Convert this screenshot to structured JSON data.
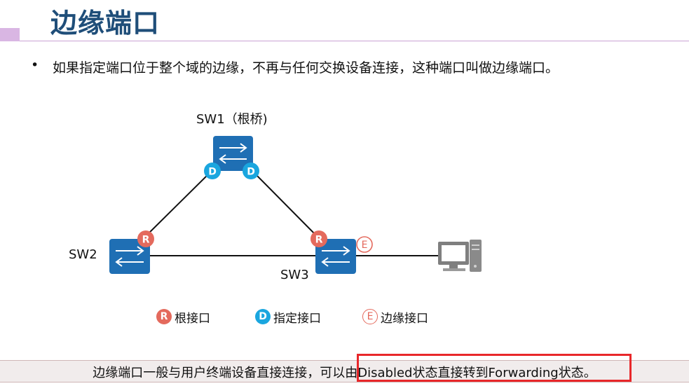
{
  "slide": {
    "title": "边缘端口",
    "bullet_symbol": "•",
    "bullet_text": "如果指定端口位于整个域的边缘，不再与任何交换设备连接，这种端口叫做边缘端口。",
    "bottom_note": "边缘端口一般与用户终端设备直接连接，可以由Disabled状态直接转到Forwarding状态。"
  },
  "diagram": {
    "nodes": {
      "sw1": "SW1（根桥)",
      "sw2": "SW2",
      "sw3": "SW3"
    },
    "port_badges": {
      "root": "R",
      "designated": "D",
      "edge": "E"
    },
    "legend": [
      {
        "badge": "R",
        "label": "根接口"
      },
      {
        "badge": "D",
        "label": "指定接口"
      },
      {
        "badge": "E",
        "label": "边缘接口"
      }
    ]
  },
  "colors": {
    "title": "#1f4e79",
    "switch": "#1f6fb4",
    "root_badge": "#e46a5d",
    "designated_badge": "#1aa6df",
    "edge_badge": "#e46a5d",
    "highlight": "#e8272a"
  },
  "icons": {
    "switch": "switch-icon",
    "terminal": "computer-icon"
  }
}
